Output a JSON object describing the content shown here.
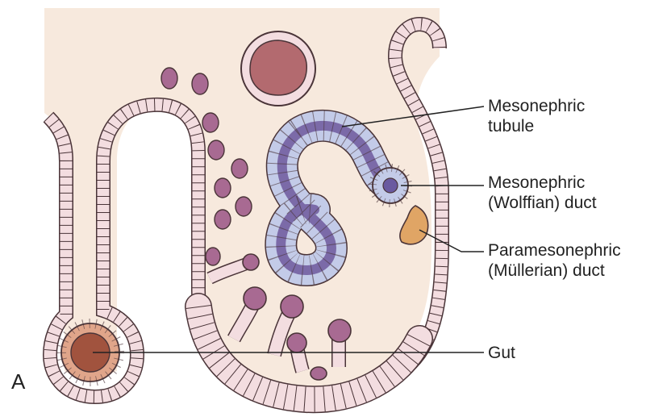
{
  "figure": {
    "panel_letter": "A",
    "labels": {
      "mesonephric_tubule": [
        "Mesonephric",
        "tubule"
      ],
      "mesonephric_duct": [
        "Mesonephric",
        "(Wolffian) duct"
      ],
      "paramesonephric_duct": [
        "Paramesonephric",
        "(Müllerian) duct"
      ],
      "gut": [
        "Gut"
      ]
    },
    "colors": {
      "background_tissue": "#f7e9dd",
      "epithelium_fill": "#f3dde0",
      "epithelium_outline": "#4a3438",
      "mesonephric_fill": "#7b6aa8",
      "mesonephric_cells": "#c3cbe8",
      "duct_center": "#6a5aa0",
      "paramesonephric": "#e0a565",
      "gut_fill": "#a1533e",
      "gut_cells": "#d98a72",
      "blood_cells": "#a86a92",
      "aorta_fill": "#b36a6f"
    }
  }
}
